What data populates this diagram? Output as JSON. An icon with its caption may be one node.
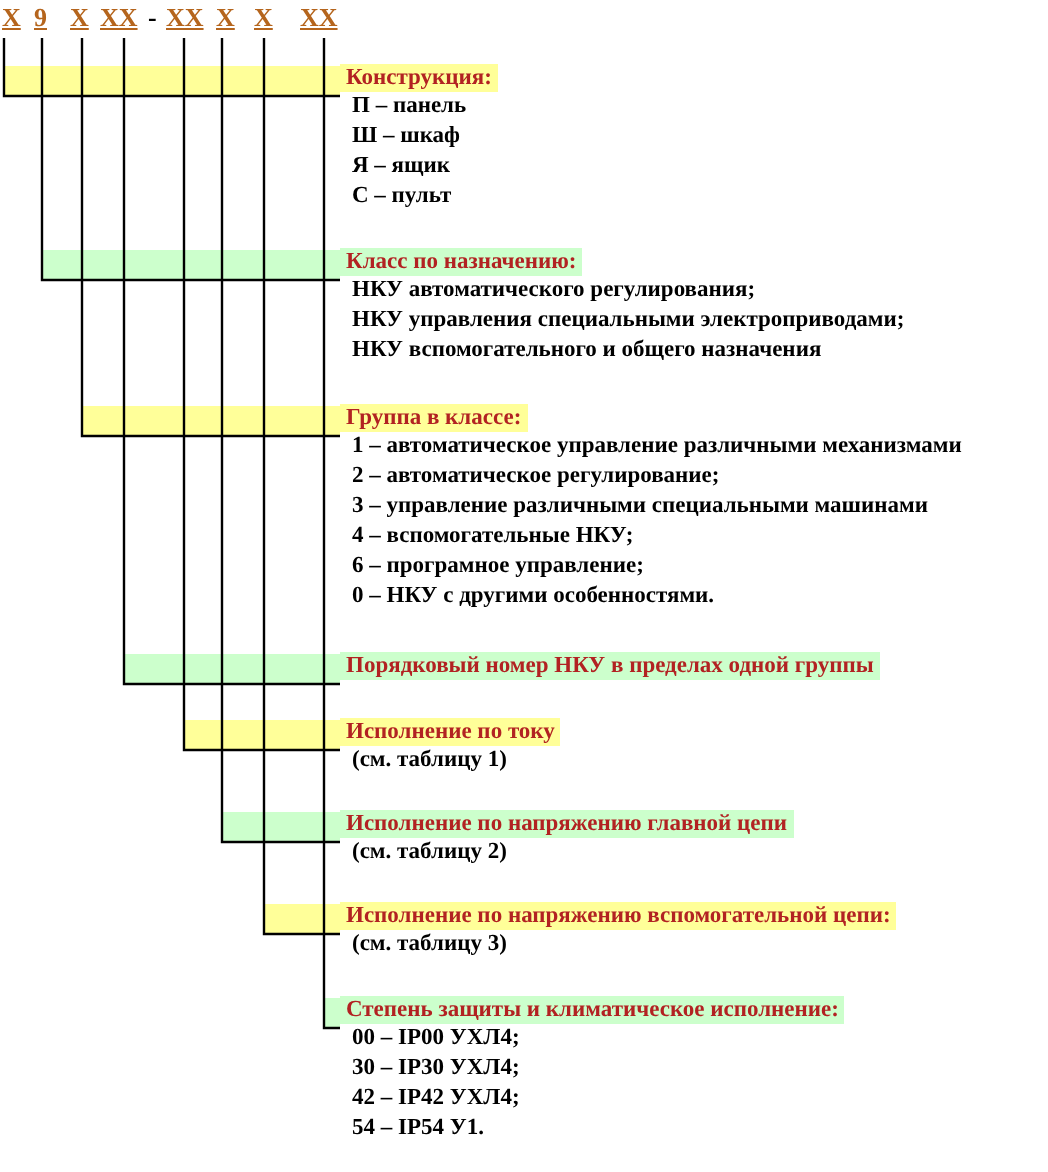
{
  "diagram": {
    "nodes": [
      {
        "text": [
          "Х"
        ]
      },
      {
        "text": [
          "9"
        ]
      },
      {
        "text": [
          "Х"
        ]
      },
      {
        "text": [
          "ХХ"
        ]
      },
      {
        "text": [
          "ХХ"
        ]
      },
      {
        "text": [
          "Х"
        ]
      },
      {
        "text": [
          "Х"
        ]
      },
      {
        "text": [
          "ХХ"
        ]
      },
      {
        "text": [
          "Конструкция:",
          "П – панель",
          "Ш – шкаф",
          "Я – ящик",
          "С – пульт"
        ]
      },
      {
        "text": [
          "Класс по назначению:",
          "НКУ автоматического регулирования;",
          "НКУ управления специальными электроприводами;",
          "НКУ вспомогательного и общего назначения"
        ]
      },
      {
        "text": [
          "Группа в классе:",
          "1 – автоматическое управление различными механизмами",
          "2 – автоматическое регулирование;",
          "3 – управление различными специальными машинами",
          "4 – вспомогательные НКУ;",
          "6 – програмное управление;",
          "0 – НКУ с другими особенностями."
        ]
      },
      {
        "text": [
          "Порядковый номер НКУ в пределах одной группы"
        ]
      },
      {
        "text": [
          "Исполнение по току",
          "(см. таблицу 1)"
        ]
      },
      {
        "text": [
          "Исполнение по напряжению главной цепи",
          "(см. таблицу 2)"
        ]
      },
      {
        "text": [
          "Исполнение по напряжению вспомогательной цепи:",
          "(см. таблицу 3)"
        ]
      },
      {
        "text": [
          "Степень защиты и климатическое исполнение:",
          "00 – IP00 УХЛ4;",
          "30 – IP30 УХЛ4;",
          "42 – IP42 УХЛ4;",
          "54 – IP54 У1."
        ]
      }
    ],
    "edges": [
      {
        "from": 0,
        "to": 8,
        "arrow": "none"
      },
      {
        "from": 1,
        "to": 9,
        "arrow": "none"
      },
      {
        "from": 2,
        "to": 10,
        "arrow": "none"
      },
      {
        "from": 3,
        "to": 11,
        "arrow": "none"
      },
      {
        "from": 4,
        "to": 12,
        "arrow": "none"
      },
      {
        "from": 5,
        "to": 13,
        "arrow": "none"
      },
      {
        "from": 6,
        "to": 14,
        "arrow": "none"
      },
      {
        "from": 7,
        "to": 15,
        "arrow": "none"
      }
    ],
    "labels": [
      "-"
    ]
  }
}
